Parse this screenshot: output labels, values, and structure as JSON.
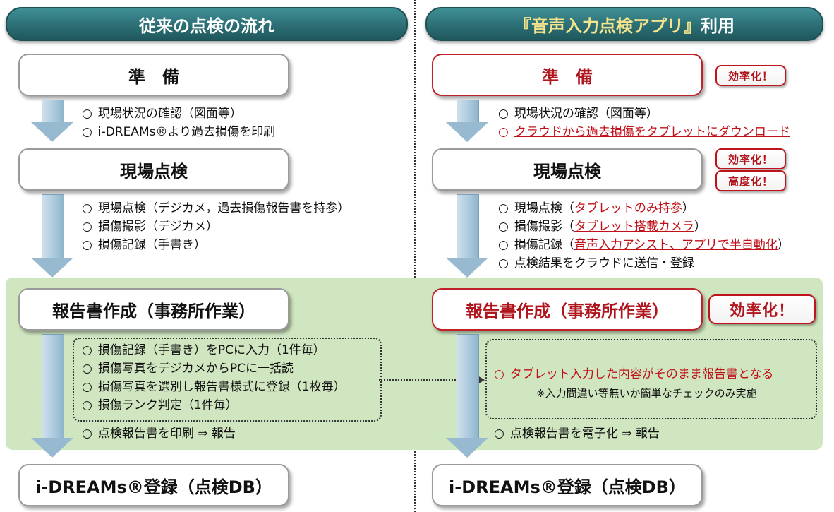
{
  "left": {
    "header": "従来の点検の流れ",
    "steps": {
      "prep": "準　備",
      "field": "現場点検",
      "report": "報告書作成（事務所作業）",
      "db": "i-DREAMs®登録（点検DB）"
    },
    "prep_items": [
      "現場状況の確認（図面等）",
      "i-DREAMs®より過去損傷を印刷"
    ],
    "field_items": [
      "現場点検（デジカメ，過去損傷報告書を持参）",
      "損傷撮影（デジカメ）",
      "損傷記録（手書き）"
    ],
    "report_items": [
      "損傷記録（手書き）をPCに入力（1件毎）",
      "損傷写真をデジカメからPCに一括読",
      "損傷写真を選別し報告書様式に登録（1枚毎）",
      "損傷ランク判定（1件毎）"
    ],
    "report_after": "点検報告書を印刷 ⇒ 報告"
  },
  "right": {
    "header_quote": "『音声入力点検アプリ』",
    "header_suffix": "利用",
    "steps": {
      "prep": "準　備",
      "field": "現場点検",
      "report": "報告書作成（事務所作業）",
      "db": "i-DREAMs®登録（点検DB）"
    },
    "badges": {
      "prep": "効率化！",
      "field_1": "効率化！",
      "field_2": "高度化！",
      "report": "効率化！"
    },
    "prep_items": {
      "item1": "現場状況の確認（図面等）",
      "item2": "クラウドから過去損傷をタブレットにダウンロード"
    },
    "field_items": {
      "i1_pre": "現場点検（",
      "i1_red": "タブレットのみ持参",
      "i1_post": "）",
      "i2_pre": "損傷撮影（",
      "i2_red": "タブレット搭載カメラ",
      "i2_post": "）",
      "i3_pre": "損傷記録（",
      "i3_red": "音声入力アシスト、アプリで半自動化",
      "i3_post": "）",
      "i4": "点検結果をクラウドに送信・登録"
    },
    "report_items": {
      "main": "タブレット入力した内容がそのまま報告書となる",
      "note": "※入力間違い等無いか簡単なチェックのみ実施"
    },
    "report_after": "点検報告書を電子化 ⇒ 報告"
  },
  "bullet": "○",
  "colors": {
    "header_teal": "#2c6f75",
    "accent_red": "#c01018",
    "green_band": "#cfe6c0"
  }
}
